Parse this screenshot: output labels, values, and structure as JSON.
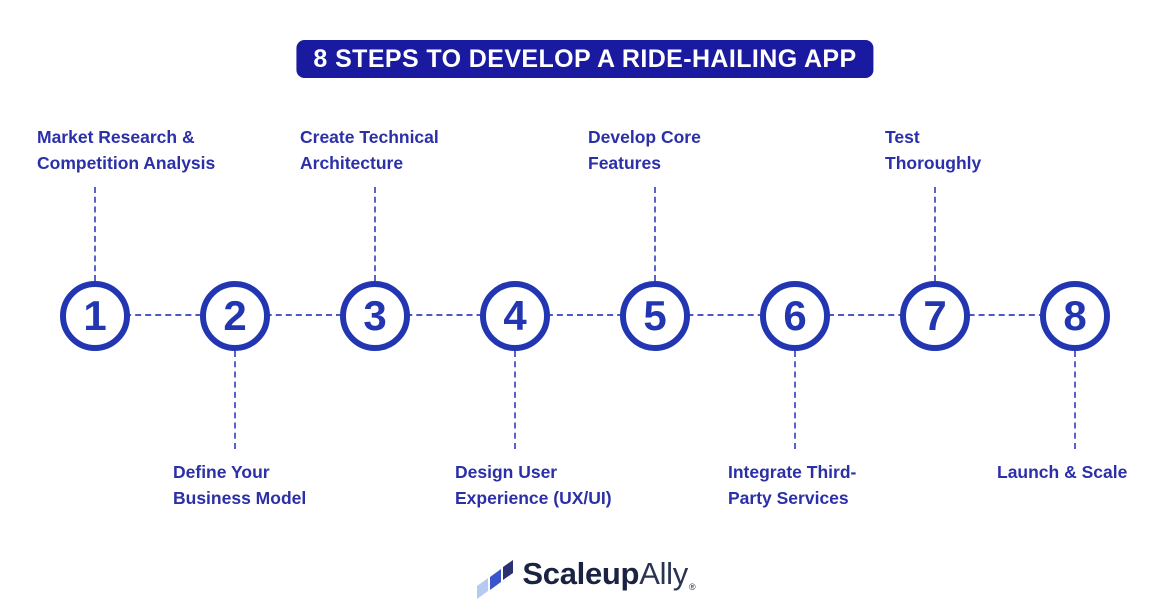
{
  "title": "8 STEPS TO DEVELOP A RIDE-HAILING APP",
  "steps": [
    {
      "number": "1",
      "label_line1": "Market Research &",
      "label_line2": "Competition Analysis",
      "label_position": "top"
    },
    {
      "number": "2",
      "label_line1": "Define Your",
      "label_line2": "Business Model",
      "label_position": "bottom"
    },
    {
      "number": "3",
      "label_line1": "Create Technical",
      "label_line2": "Architecture",
      "label_position": "top"
    },
    {
      "number": "4",
      "label_line1": "Design User",
      "label_line2": "Experience (UX/UI)",
      "label_position": "bottom"
    },
    {
      "number": "5",
      "label_line1": "Develop Core",
      "label_line2": "Features",
      "label_position": "top"
    },
    {
      "number": "6",
      "label_line1": "Integrate Third-",
      "label_line2": "Party Services",
      "label_position": "bottom"
    },
    {
      "number": "7",
      "label_line1": "Test",
      "label_line2": "Thoroughly",
      "label_position": "top"
    },
    {
      "number": "8",
      "label_line1": "Launch & Scale",
      "label_line2": "",
      "label_position": "bottom"
    }
  ],
  "logo": {
    "brand_bold": "Scaleup",
    "brand_light": "Ally",
    "registered_mark": "®"
  },
  "colors": {
    "banner_background": "#1a1aa0",
    "banner_text": "#ffffff",
    "circle_border": "#2336b2",
    "step_number": "#2336b2",
    "label_text": "#2b2fa8",
    "dashed_line": "#5a63c9",
    "logo_text_dark": "#1b2342",
    "logo_icon_dark": "#2b3272",
    "logo_icon_mid": "#3a55cc",
    "logo_icon_light": "#b6c8f4"
  }
}
